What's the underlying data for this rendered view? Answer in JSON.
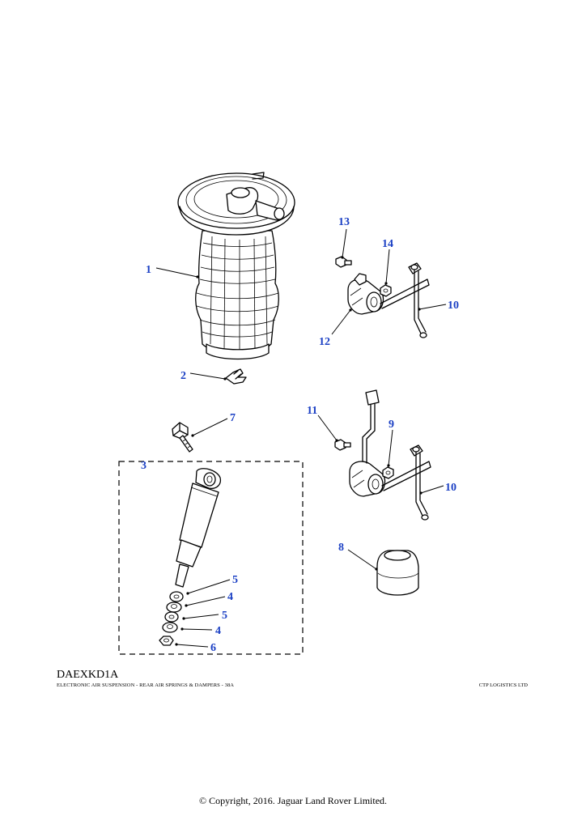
{
  "diagram": {
    "code": "DAEXKD1A",
    "title": "ELECTRONIC AIR SUSPENSION - REAR AIR SPRINGS & DAMPERS - 38A",
    "company": "CTP LOGISTICS LTD",
    "copyright": "© Copyright, 2016. Jaguar Land Rover Limited."
  },
  "callouts": {
    "c1": "1",
    "c2": "2",
    "c3": "3",
    "c4a": "4",
    "c4b": "4",
    "c5a": "5",
    "c5b": "5",
    "c6": "6",
    "c7": "7",
    "c8": "8",
    "c9": "9",
    "c10a": "10",
    "c10b": "10",
    "c11": "11",
    "c12": "12",
    "c13": "13",
    "c14": "14"
  },
  "colors": {
    "callout": "#1a3fc4",
    "line": "#000000",
    "background": "#ffffff"
  }
}
